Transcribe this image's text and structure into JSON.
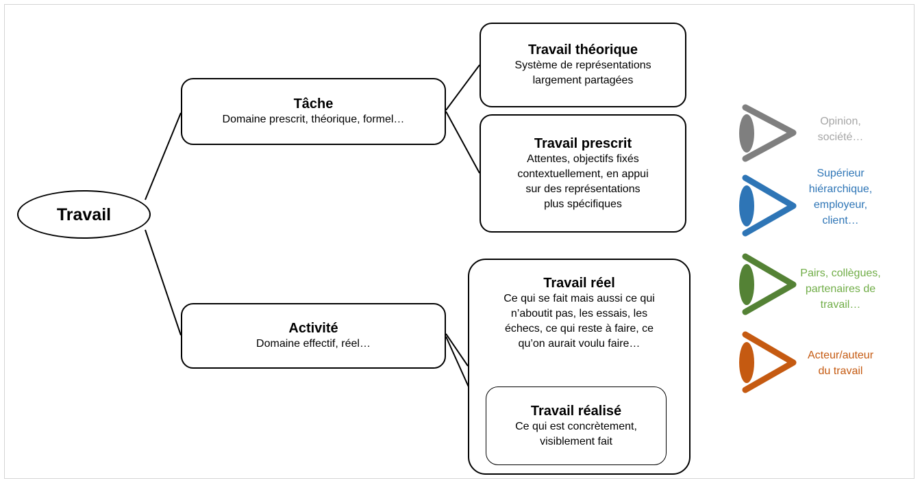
{
  "diagram": {
    "root": {
      "title": "Travail"
    },
    "tache": {
      "title": "Tâche",
      "description": "Domaine prescrit, théorique, formel…"
    },
    "activite": {
      "title": "Activité",
      "description": "Domaine effectif, réel…"
    },
    "travail_theorique": {
      "title": "Travail théorique",
      "description_lines": [
        "Système de représentations",
        "largement partagées"
      ]
    },
    "travail_prescrit": {
      "title": "Travail prescrit",
      "description_lines": [
        "Attentes, objectifs fixés",
        "contextuellement, en appui",
        "sur des représentations",
        "plus spécifiques"
      ]
    },
    "travail_reel": {
      "title": "Travail réel",
      "description_lines": [
        "Ce qui se fait mais aussi ce qui",
        "n’aboutit pas, les essais, les",
        "échecs, ce qui reste à faire, ce",
        "qu’on aurait voulu faire…"
      ]
    },
    "travail_realise": {
      "title": "Travail réalisé",
      "description_lines": [
        "Ce qui est concrètement,",
        "visiblement fait"
      ]
    }
  },
  "viewpoints": [
    {
      "icon": "eye-icon",
      "color": "#7f7f7f",
      "label_color": "#a6a6a6",
      "label_lines": [
        "Opinion,",
        "société…"
      ]
    },
    {
      "icon": "eye-icon",
      "color": "#2e75b6",
      "label_color": "#2e75b6",
      "label_lines": [
        "Supérieur",
        "hiérarchique,",
        "employeur,",
        "client…"
      ]
    },
    {
      "icon": "eye-icon",
      "color": "#548235",
      "label_color": "#70ad47",
      "label_lines": [
        "Pairs, collègues,",
        "partenaires de",
        "travail…"
      ]
    },
    {
      "icon": "eye-icon",
      "color": "#c55a11",
      "label_color": "#c55a11",
      "label_lines": [
        "Acteur/auteur",
        "du travail"
      ]
    }
  ]
}
